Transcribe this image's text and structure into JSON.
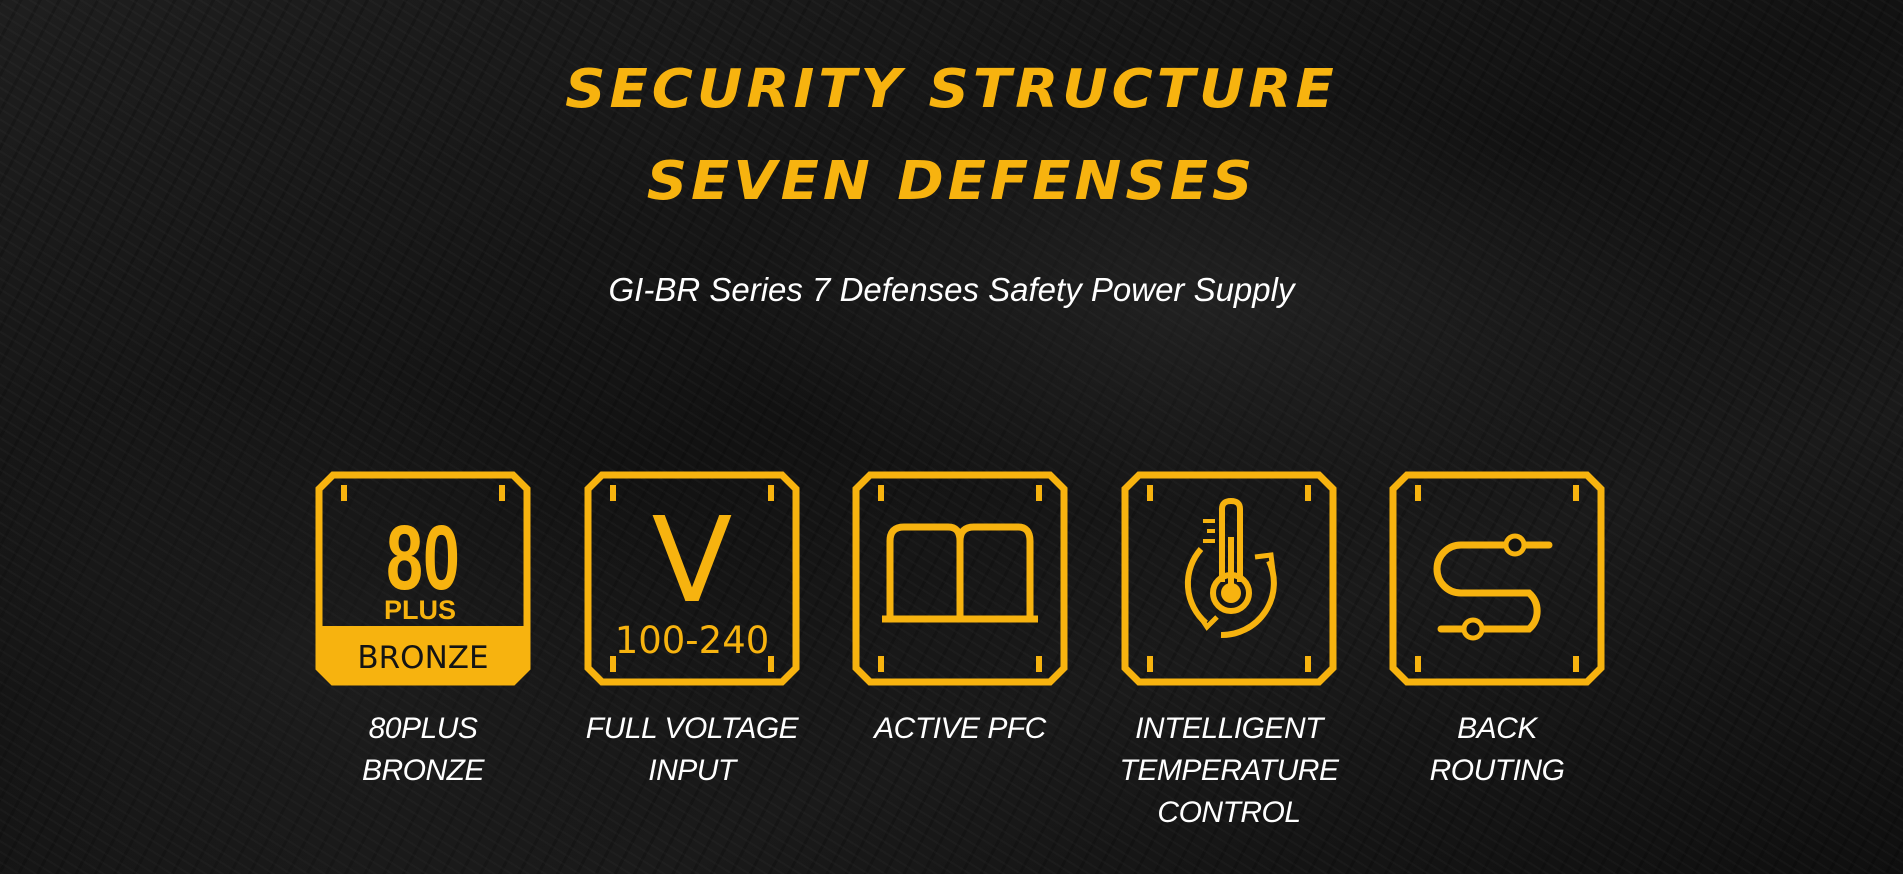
{
  "colors": {
    "accent": "#f7b30f",
    "text": "#ffffff",
    "background": "#131313"
  },
  "header": {
    "title_line1": "SECURITY STRUCTURE",
    "title_line2": "SEVEN DEFENSES",
    "subtitle": "GI-BR Series 7 Defenses Safety Power Supply"
  },
  "features": [
    {
      "label": "80PLUS\nBRONZE",
      "icon": "80-plus-bronze-badge-icon",
      "badge_number": "80",
      "badge_plus": "PLUS",
      "badge_tier": "BRONZE"
    },
    {
      "label": "FULL VOLTAGE\nINPUT",
      "icon": "voltage-icon",
      "icon_letter": "V",
      "icon_range": "100-240"
    },
    {
      "label": "ACTIVE PFC",
      "icon": "active-pfc-icon"
    },
    {
      "label": "INTELLIGENT\nTEMPERATURE\nCONTROL",
      "icon": "thermometer-icon"
    },
    {
      "label": "BACK\nROUTING",
      "icon": "cable-routing-icon"
    }
  ]
}
